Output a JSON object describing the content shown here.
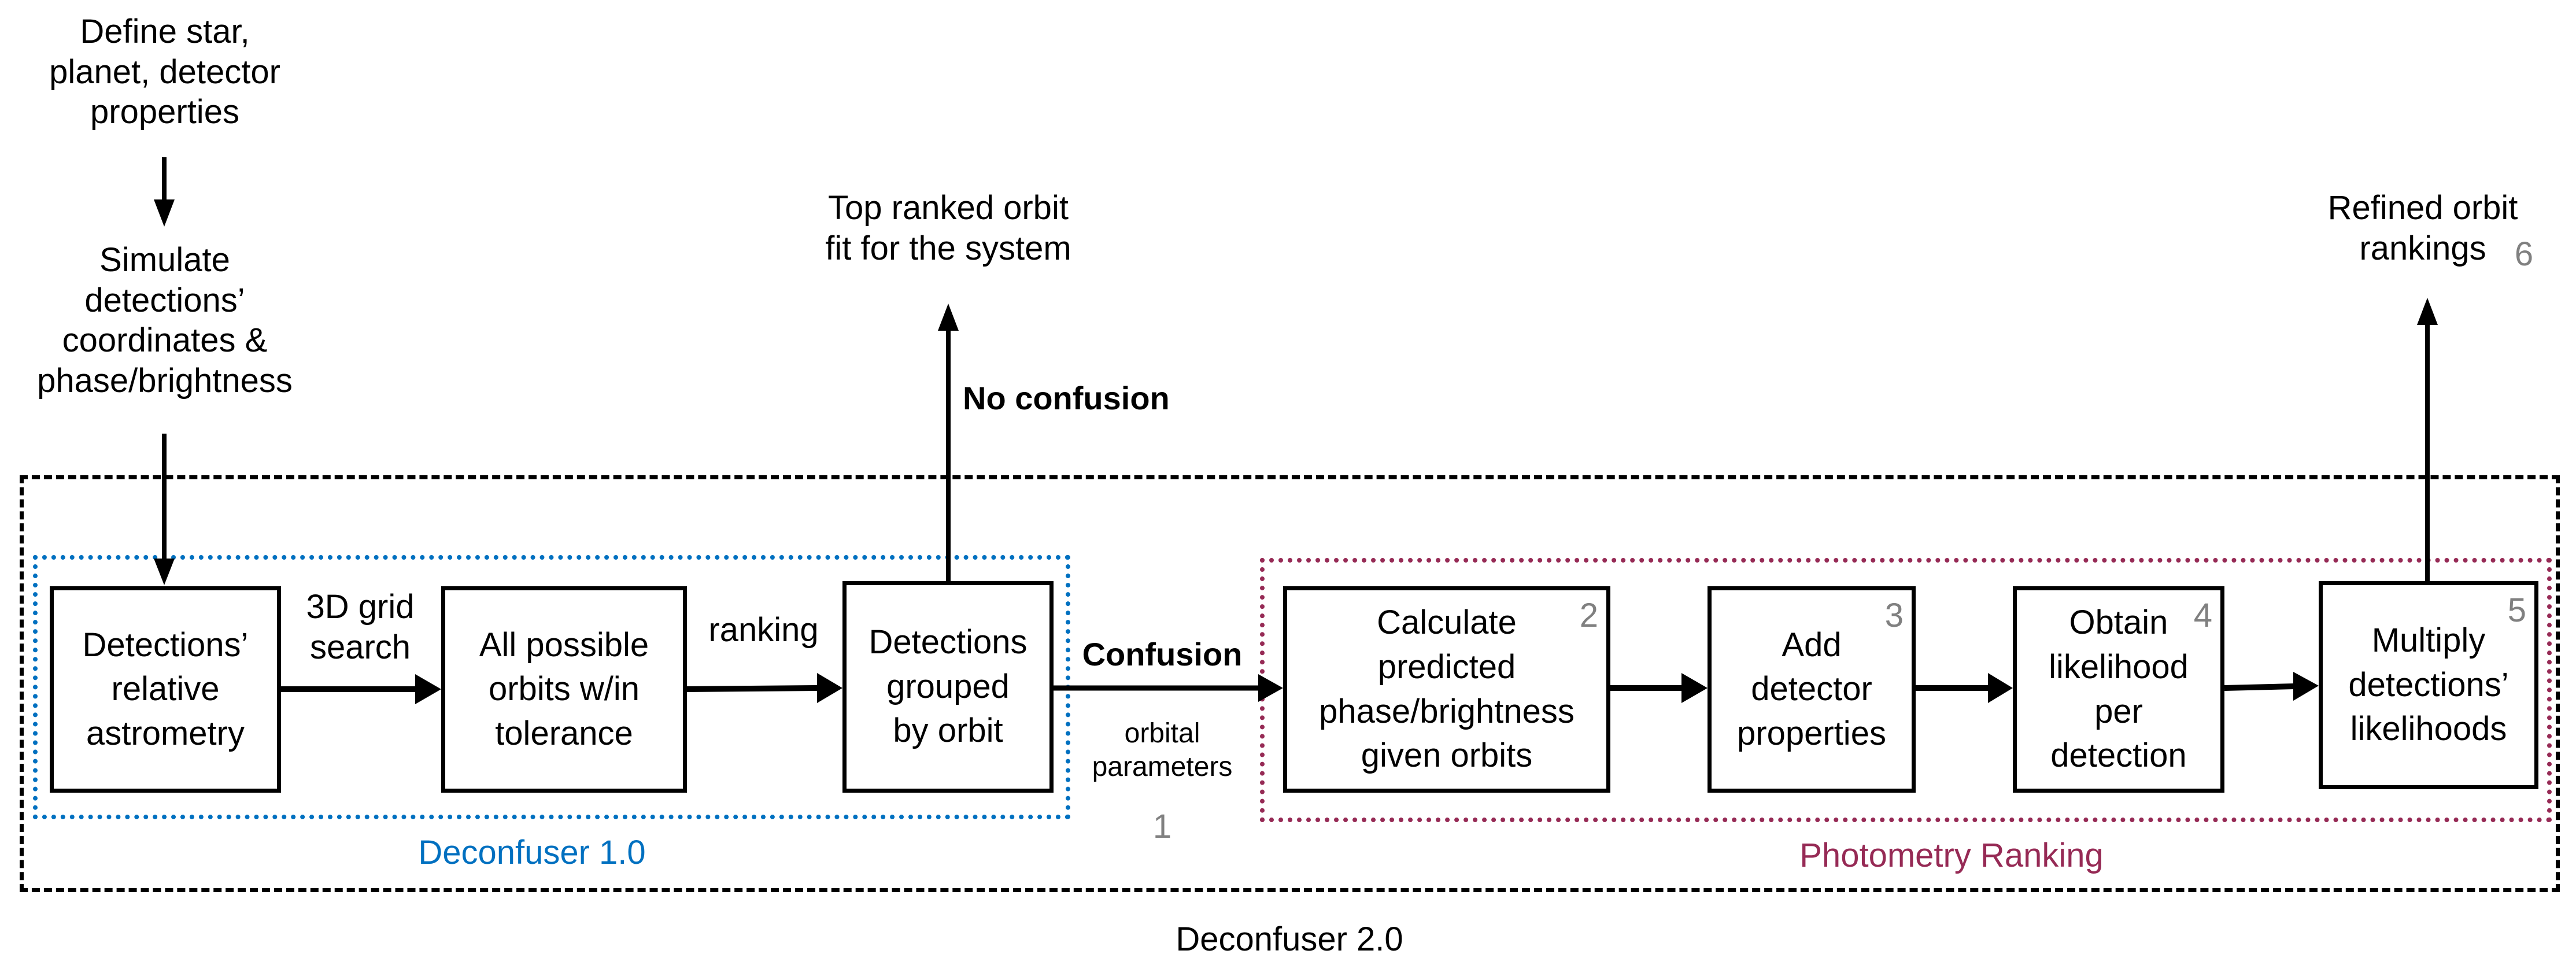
{
  "colors": {
    "deconfuser1_border": "#0070C0",
    "photometry_border": "#962A55",
    "step_number": "#808080",
    "outer_border": "#000000"
  },
  "inputs": {
    "define": "Define star,\nplanet, detector\nproperties",
    "simulate": "Simulate\ndetections’\ncoordinates &\nphase/brightness"
  },
  "deconfuser1": {
    "label": "Deconfuser 1.0",
    "boxes": [
      {
        "text": "Detections’\nrelative\nastrometry"
      },
      {
        "text": "All possible\norbits w/in\ntolerance"
      },
      {
        "text": "Detections\ngrouped\nby orbit"
      }
    ],
    "edges": [
      {
        "label": "3D grid\nsearch"
      },
      {
        "label": "ranking"
      }
    ]
  },
  "branches": {
    "no_confusion": "No confusion",
    "top_ranked": "Top ranked orbit\nfit for the system",
    "confusion": "Confusion",
    "orbital_parameters": "orbital\nparameters",
    "step1": "1"
  },
  "photometry": {
    "label": "Photometry Ranking",
    "boxes": [
      {
        "text": "Calculate\npredicted\nphase/brightness\ngiven orbits",
        "num": "2"
      },
      {
        "text": "Add\ndetector\nproperties",
        "num": "3"
      },
      {
        "text": "Obtain\nlikelihood\nper\ndetection",
        "num": "4"
      },
      {
        "text": "Multiply\ndetections’\nlikelihoods",
        "num": "5"
      }
    ]
  },
  "output": {
    "refined": "Refined orbit\nrankings",
    "step6": "6"
  },
  "deconfuser2": {
    "label": "Deconfuser 2.0"
  }
}
